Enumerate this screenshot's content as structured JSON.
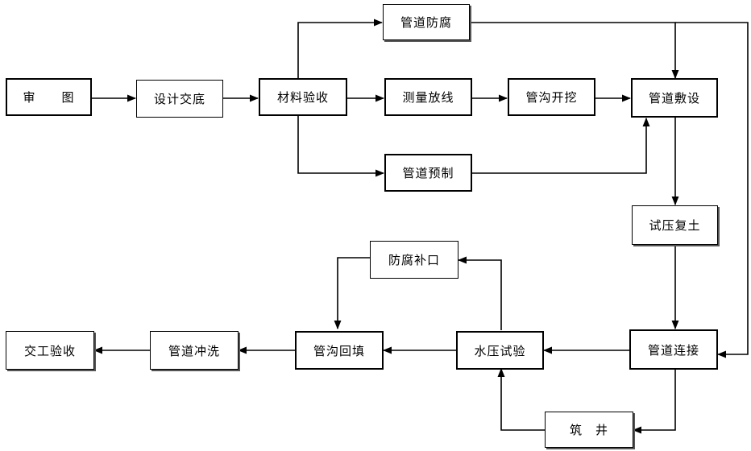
{
  "nodes": {
    "shen_tu": "审　　图",
    "sheji_jiaodi": "设计交底",
    "cailiao_yanshou": "材料验收",
    "guandao_fangfu": "管道防腐",
    "celiang_fangxian": "测量放线",
    "gougou_kaiwa": "管沟开挖",
    "guandao_fushe": "管道敷设",
    "guandao_yuzhi": "管道预制",
    "shiya_futu": "试压复土",
    "fangfu_bukou": "防腐补口",
    "jiaogong_yanshou": "交工验收",
    "guandao_chongxi": "管道冲洗",
    "gougou_huitian": "管沟回填",
    "shuiya_shiyan": "水压试验",
    "guandao_lianjie": "管道连接",
    "zhu_jing": "筑　井"
  }
}
